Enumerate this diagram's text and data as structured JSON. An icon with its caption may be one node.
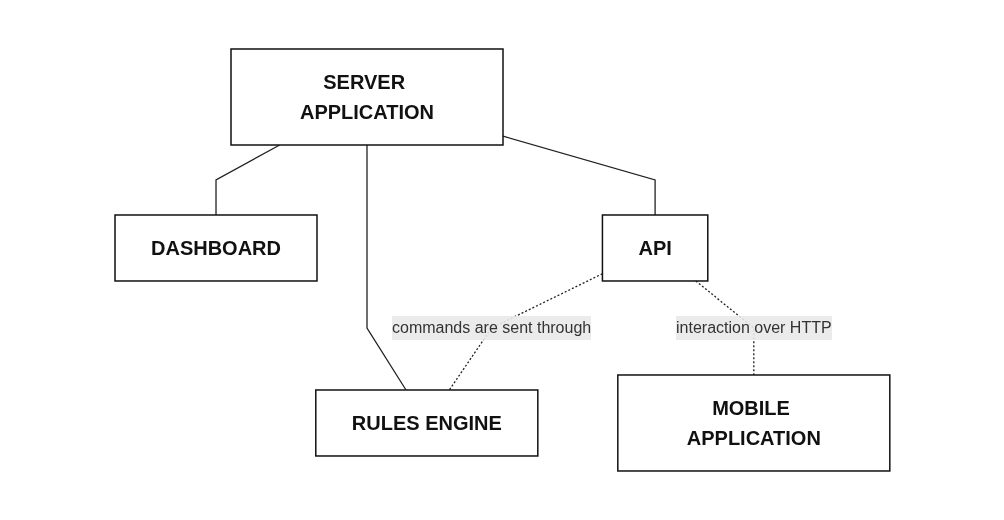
{
  "diagram": {
    "nodes": [
      {
        "text": [
          "SERVER APPLICATION"
        ]
      },
      {
        "text": [
          "DASHBOARD"
        ]
      },
      {
        "text": [
          "API"
        ]
      },
      {
        "text": [
          "RULES ENGINE"
        ]
      },
      {
        "text": [
          "MOBILE APPLICATION"
        ]
      }
    ],
    "edges": [
      {
        "from": 0,
        "to": 1,
        "arrow": "none"
      },
      {
        "from": 0,
        "to": 2,
        "arrow": "none"
      },
      {
        "from": 0,
        "to": 3,
        "arrow": "none"
      },
      {
        "from": 2,
        "to": 3,
        "arrow": "none",
        "style": "dashed",
        "label": "commands are sent through"
      },
      {
        "from": 2,
        "to": 4,
        "arrow": "none",
        "style": "dashed",
        "label": "interaction over HTTP"
      }
    ]
  }
}
